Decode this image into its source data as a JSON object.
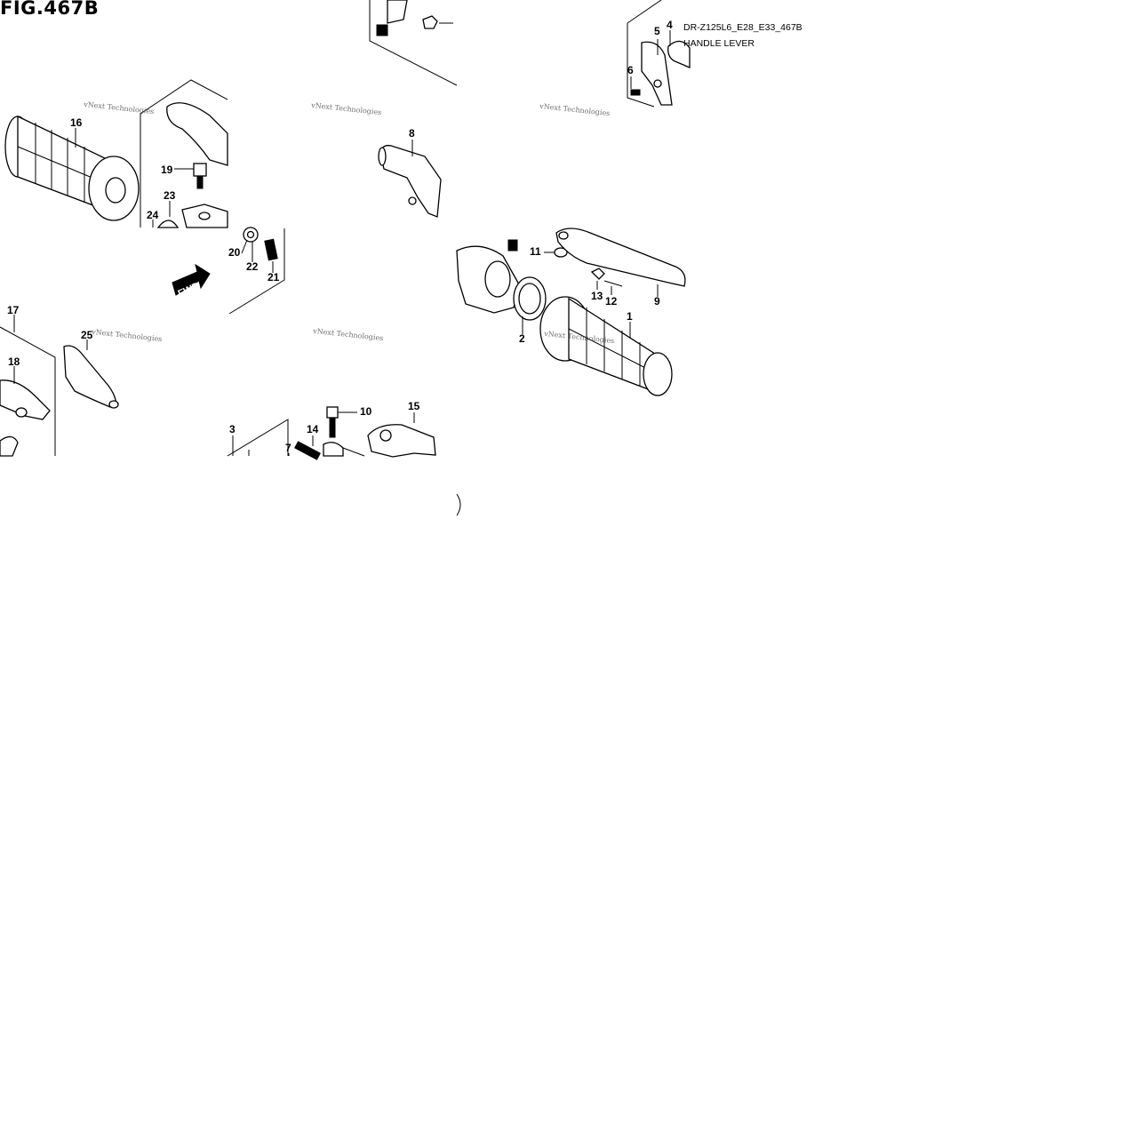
{
  "figure": {
    "title": "FIG.467B",
    "code": "DR-Z125L6_E28_E33_467B",
    "name": "HANDLE LEVER"
  },
  "callouts": [
    "1",
    "2",
    "3",
    "4",
    "5",
    "6",
    "7",
    "8",
    "9",
    "10",
    "11",
    "12",
    "13",
    "14",
    "15",
    "16",
    "17",
    "18",
    "19",
    "20",
    "21",
    "22",
    "23",
    "24",
    "25"
  ],
  "fwd_label": "FWD",
  "watermark": "vNext Technologies"
}
